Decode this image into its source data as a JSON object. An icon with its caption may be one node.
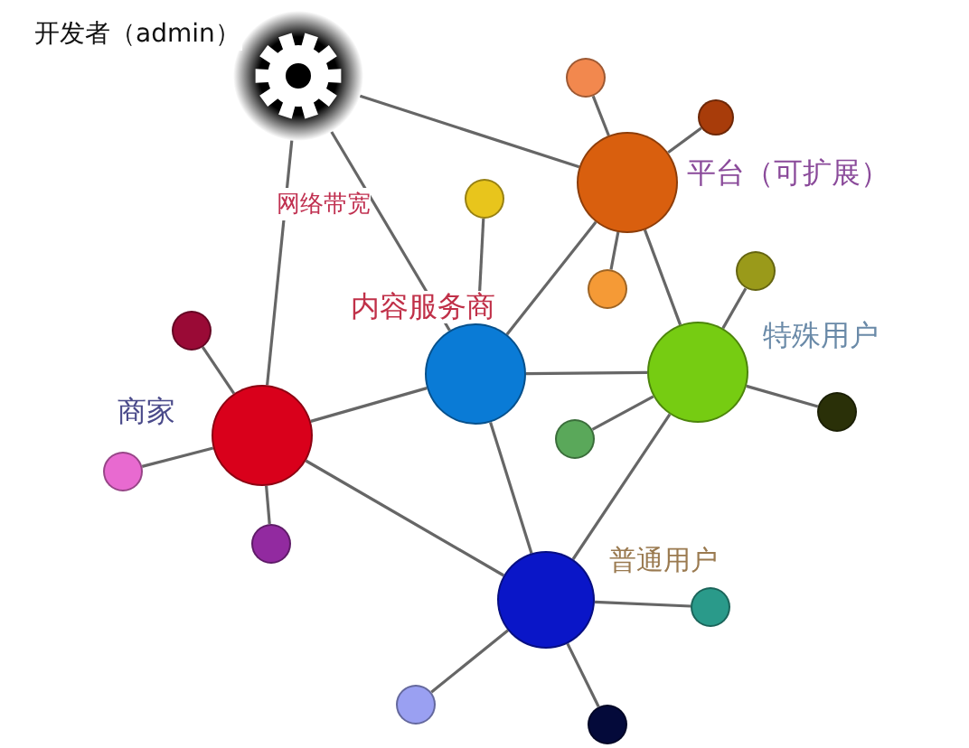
{
  "diagram": {
    "nodes": [
      {
        "text": [
          "开发者（admin）"
        ]
      },
      {
        "text": [
          "平台（可扩展）"
        ]
      },
      {
        "text": [
          "内容服务商"
        ]
      },
      {
        "text": [
          "特殊用户"
        ]
      },
      {
        "text": [
          "商家"
        ]
      },
      {
        "text": [
          "普通用户"
        ]
      },
      {
        "text": [],
        "shape": "circle"
      },
      {
        "text": [],
        "shape": "circle"
      },
      {
        "text": [],
        "shape": "circle"
      },
      {
        "text": [],
        "shape": "circle"
      },
      {
        "text": [],
        "shape": "circle"
      },
      {
        "text": [],
        "shape": "circle"
      },
      {
        "text": [],
        "shape": "circle"
      },
      {
        "text": [],
        "shape": "circle"
      },
      {
        "text": [],
        "shape": "circle"
      },
      {
        "text": [],
        "shape": "circle"
      },
      {
        "text": [],
        "shape": "circle"
      },
      {
        "text": [],
        "shape": "circle"
      },
      {
        "text": [],
        "shape": "circle"
      }
    ],
    "edges": [
      {
        "from": 0,
        "to": 1,
        "arrow": "none"
      },
      {
        "from": 0,
        "to": 2,
        "arrow": "none"
      },
      {
        "from": 0,
        "to": 4,
        "arrow": "none"
      },
      {
        "from": 1,
        "to": 2,
        "arrow": "none"
      },
      {
        "from": 1,
        "to": 3,
        "arrow": "none"
      },
      {
        "from": 2,
        "to": 3,
        "arrow": "none"
      },
      {
        "from": 2,
        "to": 4,
        "arrow": "none"
      },
      {
        "from": 2,
        "to": 5,
        "arrow": "none"
      },
      {
        "from": 3,
        "to": 5,
        "arrow": "none"
      },
      {
        "from": 4,
        "to": 5,
        "arrow": "none"
      },
      {
        "from": 1,
        "to": 6,
        "arrow": "none"
      },
      {
        "from": 1,
        "to": 7,
        "arrow": "none"
      },
      {
        "from": 2,
        "to": 8,
        "arrow": "none"
      },
      {
        "from": 1,
        "to": 9,
        "arrow": "none"
      },
      {
        "from": 3,
        "to": 10,
        "arrow": "none"
      },
      {
        "from": 4,
        "to": 11,
        "arrow": "none"
      },
      {
        "from": 3,
        "to": 12,
        "arrow": "none"
      },
      {
        "from": 3,
        "to": 13,
        "arrow": "none"
      },
      {
        "from": 4,
        "to": 14,
        "arrow": "none"
      },
      {
        "from": 4,
        "to": 15,
        "arrow": "none"
      },
      {
        "from": 5,
        "to": 16,
        "arrow": "none"
      },
      {
        "from": 5,
        "to": 17,
        "arrow": "none"
      },
      {
        "from": 5,
        "to": 18,
        "arrow": "none"
      }
    ],
    "labels": [
      "网络带宽"
    ]
  }
}
